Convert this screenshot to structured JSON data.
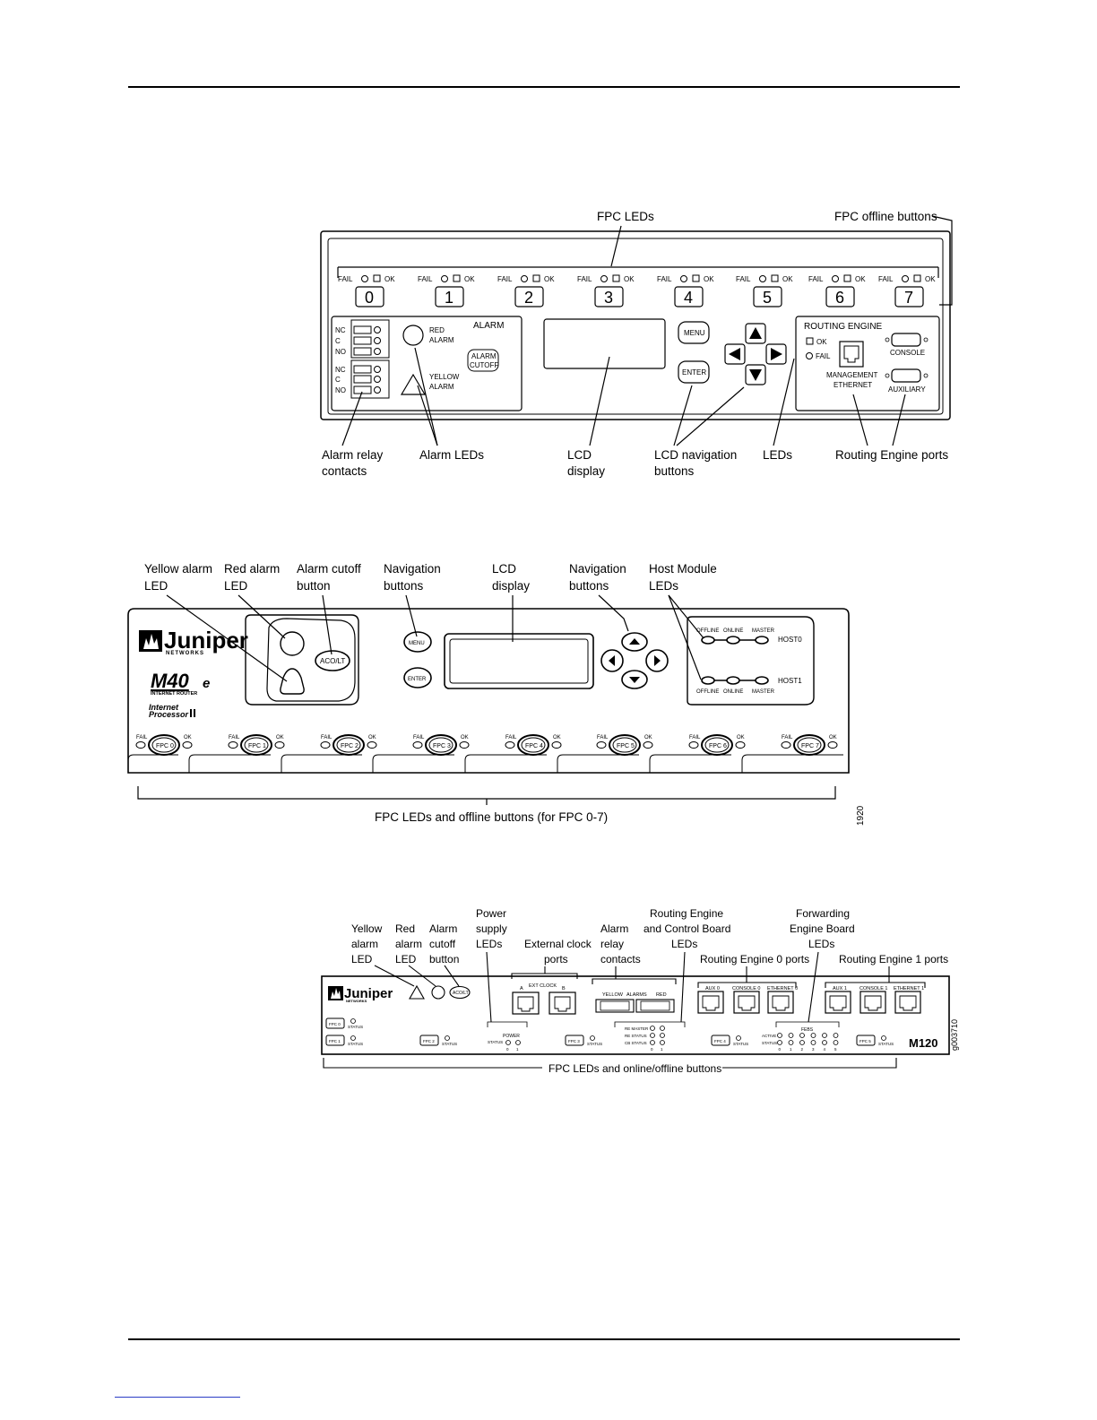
{
  "figure1": {
    "callouts": {
      "fpc_leds": "FPC LEDs",
      "fpc_offline_buttons": "FPC offline buttons",
      "alarm_relay_contacts": [
        "Alarm relay",
        "contacts"
      ],
      "alarm_leds": "Alarm LEDs",
      "lcd_display": [
        "LCD",
        "display"
      ],
      "lcd_nav_buttons": [
        "LCD navigation",
        "buttons"
      ],
      "leds": "LEDs",
      "re_ports": "Routing Engine ports"
    },
    "fpc_slots": [
      "0",
      "1",
      "2",
      "3",
      "4",
      "5",
      "6",
      "7"
    ],
    "fail_label": "FAIL",
    "ok_label": "OK",
    "relay_labels": [
      "NC",
      "C",
      "NO",
      "NC",
      "C",
      "NO"
    ],
    "alarm": {
      "title": "ALARM",
      "red": [
        "RED",
        "ALARM"
      ],
      "yellow": [
        "YELLOW",
        "ALARM"
      ],
      "cutoff": [
        "ALARM",
        "CUTOFF"
      ]
    },
    "nav": {
      "menu": "MENU",
      "enter": "ENTER"
    },
    "routing_engine": {
      "title": "ROUTING ENGINE",
      "ok": "OK",
      "fail": "FAIL",
      "mgmt": [
        "MANAGEMENT",
        "ETHERNET"
      ],
      "console": "CONSOLE",
      "auxiliary": "AUXILIARY"
    }
  },
  "figure2": {
    "callouts": {
      "yellow_alarm": [
        "Yellow alarm",
        "LED"
      ],
      "red_alarm": [
        "Red alarm",
        "LED"
      ],
      "alarm_cutoff": [
        "Alarm cutoff",
        "button"
      ],
      "nav_buttons_1": [
        "Navigation",
        "buttons"
      ],
      "lcd": [
        "LCD",
        "display"
      ],
      "nav_buttons_2": [
        "Navigation",
        "buttons"
      ],
      "host_leds": [
        "Host Module",
        "LEDs"
      ],
      "fpc_bottom": "FPC LEDs and offline buttons (for FPC 0-7)"
    },
    "logo": {
      "name": "Juniper",
      "sub": "NETWORKS"
    },
    "model": {
      "name": "M40",
      "suffix": "e",
      "sub": "INTERNET ROUTER"
    },
    "processor": [
      "Internet",
      "Processor"
    ],
    "aco": "ACO/LT",
    "menu": "MENU",
    "enter": "ENTER",
    "host_rows": {
      "labels": [
        "OFFLINE",
        "ONLINE",
        "MASTER"
      ],
      "host0": "HOST0",
      "host1": "HOST1"
    },
    "fpc_buttons": [
      "FPC 0",
      "FPC 1",
      "FPC 2",
      "FPC 3",
      "FPC 4",
      "FPC 5",
      "FPC 6",
      "FPC 7"
    ],
    "fail_label": "FAIL",
    "ok_label": "OK",
    "figure_id": "1920"
  },
  "figure3": {
    "callouts": {
      "yellow": [
        "Yellow",
        "alarm",
        "LED"
      ],
      "red": [
        "Red",
        "alarm",
        "LED"
      ],
      "cutoff": [
        "Alarm",
        "cutoff",
        "button"
      ],
      "power": [
        "Power",
        "supply",
        "LEDs"
      ],
      "ext_clock": [
        "External clock",
        "ports"
      ],
      "relay": [
        "Alarm",
        "relay",
        "contacts"
      ],
      "recb": [
        "Routing Engine",
        "and Control Board",
        "LEDs"
      ],
      "re0": "Routing Engine 0 ports",
      "feb": [
        "Forwarding",
        "Engine Board",
        "LEDs"
      ],
      "re1": "Routing Engine 1 ports",
      "fpc_bottom": "FPC LEDs and online/offline buttons"
    },
    "logo": {
      "name": "Juniper",
      "sub": "NETWORKS"
    },
    "aco": "ACO/LT",
    "ext_clock": {
      "label": "EXT CLOCK",
      "a": "A",
      "b": "B"
    },
    "alarms": {
      "yellow": "YELLOW",
      "alarms": "ALARMS",
      "red": "RED"
    },
    "power": {
      "title": "POWER",
      "status": "STATUS",
      "nums": [
        "0",
        "1"
      ]
    },
    "re_status": [
      "RE MASTER",
      "RE STATUS",
      "CB STATUS"
    ],
    "re_nums": [
      "0",
      "1"
    ],
    "re0_ports": [
      "AUX 0",
      "CONSOLE 0",
      "ETHERNET 0"
    ],
    "re1_ports": [
      "AUX 1",
      "CONSOLE 1",
      "ETHERNET 1"
    ],
    "febs": {
      "title": "FEBS",
      "active": "ACTIVE",
      "status": "STATUS",
      "nums": [
        "0",
        "1",
        "2",
        "3",
        "4",
        "5"
      ]
    },
    "fpc_buttons": [
      "FPC 0",
      "FPC 1",
      "FPC 2",
      "FPC 3",
      "FPC 4",
      "FPC 5"
    ],
    "status_label": "STATUS",
    "model": "M120",
    "figure_id": "g003710"
  }
}
